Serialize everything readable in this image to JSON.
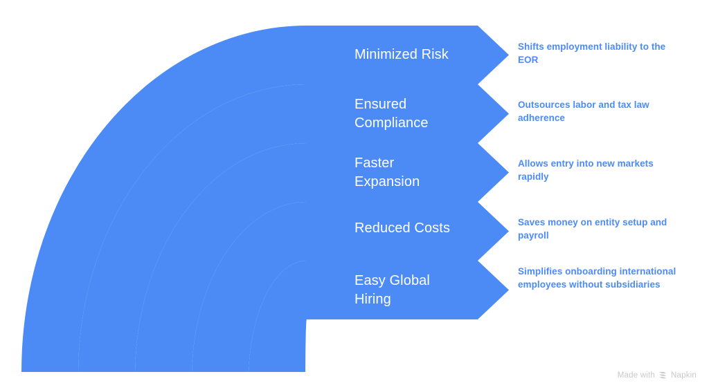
{
  "theme": {
    "band_color": "#4C8BF5",
    "band_separator_color": "#ffffff",
    "label_color": "#ffffff",
    "description_color": "#4C8BF5",
    "background": "#ffffff",
    "watermark_color": "#c9c9c9"
  },
  "diagram": {
    "type": "curved-arrow-funnel",
    "title": "",
    "steps": [
      {
        "index": 1,
        "label": "Minimized Risk",
        "description": "Shifts employment liability to the EOR"
      },
      {
        "index": 2,
        "label": "Ensured\nCompliance",
        "description": "Outsources labor and tax law adherence"
      },
      {
        "index": 3,
        "label": "Faster\nExpansion",
        "description": "Allows entry into new markets rapidly"
      },
      {
        "index": 4,
        "label": "Reduced Costs",
        "description": "Saves money on entity setup and payroll"
      },
      {
        "index": 5,
        "label": "Easy Global\nHiring",
        "description": "Simplifies onboarding international employees without subsidiaries"
      }
    ]
  },
  "watermark": {
    "prefix": "Made with",
    "brand": "Napkin",
    "logo_icon": "napkin-chevron-logo"
  }
}
